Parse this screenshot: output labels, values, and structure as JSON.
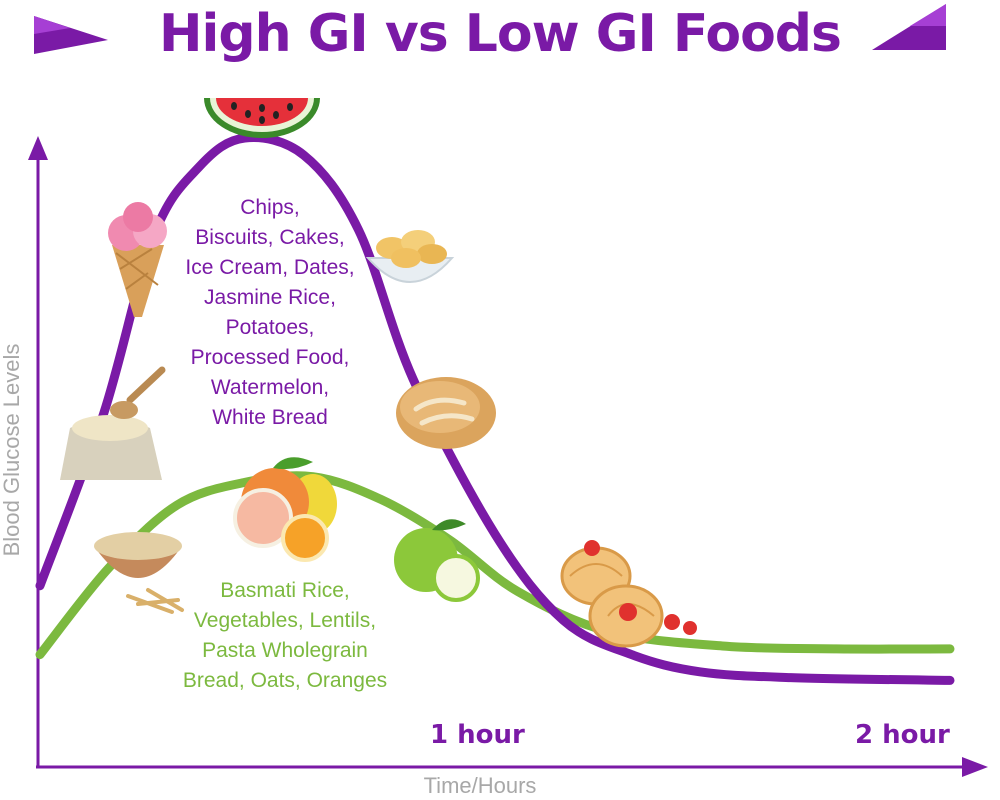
{
  "title": "High GI vs Low GI Foods",
  "colors": {
    "high": "#7a1aa6",
    "low": "#7cb93f",
    "axis": "#7a1aa6",
    "axis_label": "#a8a8a8"
  },
  "chart_data": {
    "type": "line",
    "title": "High GI vs Low GI Foods",
    "xlabel": "Time/Hours",
    "ylabel": "Blood Glucose Levels",
    "x_ticks": [
      {
        "x": 1,
        "label": "1 hour"
      },
      {
        "x": 2,
        "label": "2 hour"
      }
    ],
    "xlim": [
      0,
      2
    ],
    "ylim": [
      0,
      100
    ],
    "grid": false,
    "legend": "none",
    "series": [
      {
        "key": "high",
        "x": [
          0,
          0.14,
          0.25,
          0.35,
          0.45,
          0.58,
          0.7,
          0.82,
          1.0,
          1.15,
          1.3,
          1.45,
          1.65,
          2.0
        ],
        "y": [
          22,
          52,
          83,
          95,
          100,
          97,
          84,
          58,
          31,
          16,
          10,
          7,
          6,
          5.5
        ],
        "foods": [
          "Chips,",
          "Biscuits, Cakes,",
          "Ice Cream, Dates,",
          "Jasmine Rice,",
          "Potatoes,",
          "Processed Food,",
          "Watermelon,",
          "White Bread"
        ],
        "food_icons": [
          "rice-sack-icon",
          "ice-cream-icon",
          "watermelon-icon",
          "chips-bowl-icon",
          "bread-icon"
        ]
      },
      {
        "key": "low",
        "x": [
          0,
          0.15,
          0.3,
          0.45,
          0.6,
          0.75,
          0.9,
          1.05,
          1.25,
          1.5,
          1.75,
          2.0
        ],
        "y": [
          10,
          25,
          36,
          40,
          41,
          37,
          30,
          21,
          14,
          11.5,
          11,
          11
        ],
        "foods": [
          "Basmati Rice,",
          "Vegetables, Lentils,",
          "Pasta Wholegrain",
          "Bread, Oats, Oranges"
        ],
        "food_icons": [
          "oats-bowl-icon",
          "citrus-fruits-icon",
          "green-apple-icon",
          "pasta-nests-icon"
        ]
      }
    ]
  }
}
